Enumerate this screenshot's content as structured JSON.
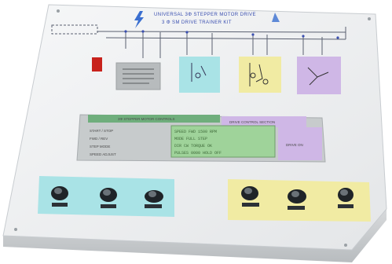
{
  "title": {
    "line1": "UNIVERSAL 3Φ STEPPER MOTOR DRIVE",
    "line2": "3 Φ SM DRIVE TRAINER KIT"
  },
  "console": {
    "left_header": "3Φ STEPPER MOTOR CONTROLS",
    "right_header": "DRIVE CONTROL SECTION",
    "lcd_rows": [
      "SPEED  FWD  1500 RPM",
      "MODE   FULL  STEP",
      "DIR    CW   TORQUE OK",
      "PULSES 0000  HOLD OFF"
    ],
    "left_rows": [
      "START / STOP",
      "FWD / REV",
      "STEP MODE",
      "SPEED ADJUST"
    ],
    "right_note": "DRIVE ON"
  },
  "colors": {
    "board": "#eef0f1",
    "board_edge": "#c8ccd0",
    "teal_panel": "#a9e3e6",
    "yellow_panel": "#f1eba3",
    "violet_panel": "#cfb7e6",
    "gray_console": "#c7cbcc",
    "lcd": "#9fd39a",
    "title_accent": "#3a4fb0"
  },
  "icons": {
    "logo": "lightning-logo-icon",
    "indicator": "red-indicator-icon",
    "knob": "rotary-knob-icon",
    "toggle": "toggle-switch-icon"
  }
}
